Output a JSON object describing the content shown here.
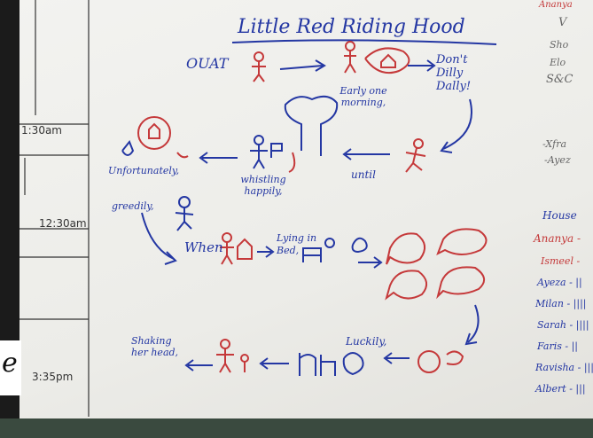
{
  "schedule": {
    "times": [
      "1:30am",
      "12:30am",
      "3:35pm"
    ]
  },
  "story": {
    "title": "Little Red Riding Hood",
    "ouat": "OUAT",
    "dont_dilly": "Don't Dilly Dally!",
    "early": "Early one morning,",
    "until": "until",
    "whistling": "whistling happily,",
    "unfortunately": "Unfortunately,",
    "greedily": "greedily,",
    "when": "When",
    "lying_in_bed": "Lying in Bed,",
    "luckily": "Luckily,",
    "shaking": "Shaking her head,"
  },
  "notes": {
    "lines": [
      "Ananya",
      "V",
      "Sho",
      "Elo",
      "S&C",
      "-Xfra",
      "-Ayez",
      "House",
      "Ananya -",
      "Ismeel -",
      "Ayeza - ||",
      "Milan - ||||",
      "Sarah - ||||",
      "Faris - ||",
      "Ravisha - |||",
      "Albert - |||"
    ]
  },
  "left_edge": {
    "letter": "e"
  },
  "colors": {
    "ink_blue": "#2437a3",
    "ink_red": "#c5393a",
    "board": "#f0f0ec"
  }
}
